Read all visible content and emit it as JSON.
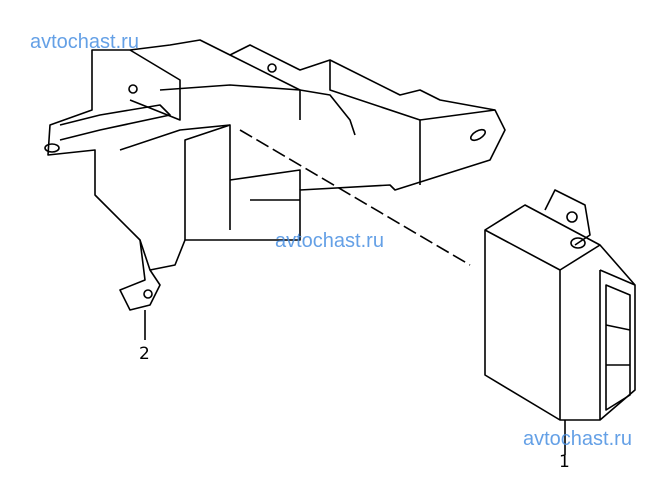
{
  "watermarks": [
    "avtochast.ru",
    "avtochast.ru",
    "avtochast.ru"
  ],
  "callouts": [
    {
      "number": "1",
      "part": "control-unit"
    },
    {
      "number": "2",
      "part": "bracket"
    }
  ],
  "colors": {
    "watermark": "#4a90e2",
    "line": "#000000"
  }
}
